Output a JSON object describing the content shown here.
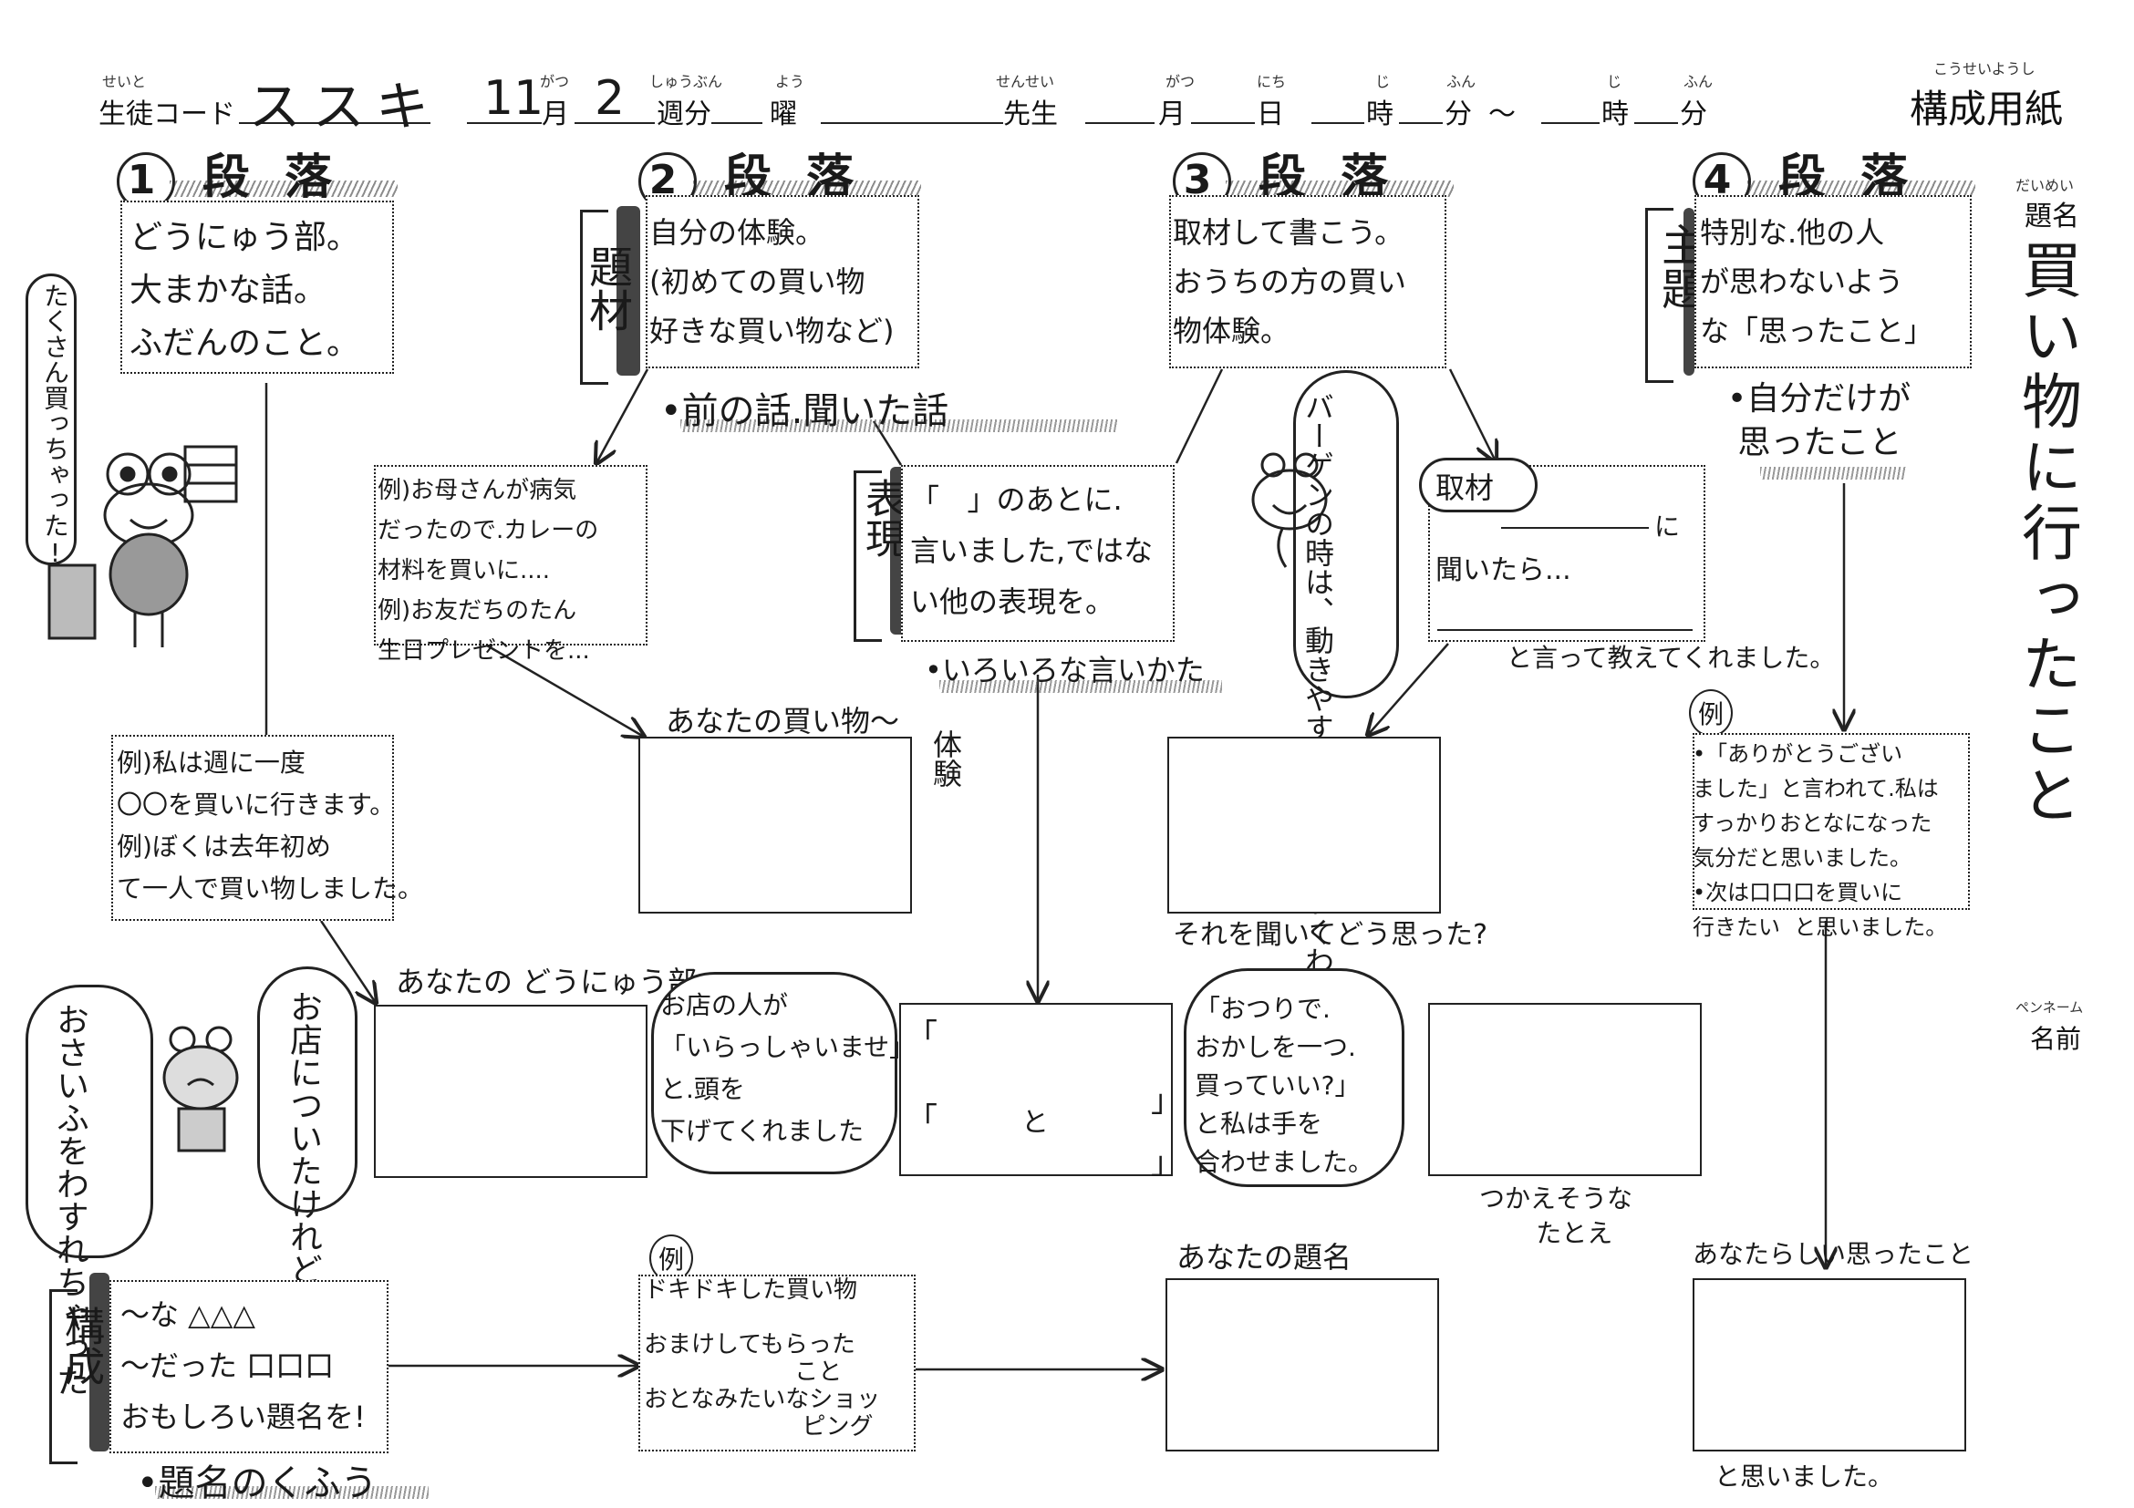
{
  "header": {
    "student_code_ruby": "せいと",
    "student_code_label": "生徒コード",
    "student_code_value": "ススキ",
    "month_value": "11",
    "month_ruby": "がつ",
    "month_label": "月",
    "week_value": "2",
    "week_ruby": "しゅうぶん",
    "week_label": "週分",
    "dow_ruby": "よう",
    "dow_label": "曜",
    "teacher_ruby": "せんせい",
    "teacher_label": "先生",
    "date_month_ruby": "がつ",
    "date_month_label": "月",
    "date_day_ruby": "にち",
    "date_day_label": "日",
    "time_hour_ruby": "じ",
    "time_hour_label": "時",
    "time_min_ruby": "ふん",
    "time_min_label": "分",
    "tilde": "〜",
    "end_hour_ruby": "じ",
    "end_hour_label": "時",
    "end_min_ruby": "ふん",
    "end_min_label": "分",
    "sheet_ruby": "こうせいようし",
    "sheet_title": "構成用紙"
  },
  "paragraphs": [
    {
      "num": "1",
      "label": "段 落"
    },
    {
      "num": "2",
      "label": "段 落"
    },
    {
      "num": "3",
      "label": "段 落"
    },
    {
      "num": "4",
      "label": "段 落"
    }
  ],
  "col1": {
    "box1": "どうにゅう部。\n大まかな話。\nふだんのこと。",
    "frog_bubble": "たくさん買っちゃった!",
    "example_box": "例)私は週に一度\n〇〇を買いに行きます。\n例)ぼくは去年初め\nて一人で買い物しました。",
    "intro_label": "あなたの どうにゅう部。",
    "bubble_forgot": "おさいふをわすれちゃった",
    "bubble_shop": "お店についたけれど"
  },
  "col2": {
    "side_tag": "題材",
    "box1": "自分の体験。\n(初めての買い物\n好きな買い物など)",
    "bullet": "•前の話.聞いた話",
    "example_box": "例)お母さんが病気\nだったので.カレーの\n材料を買いに....\n例)お友だちのたん\n生日プレゼントを...",
    "your_shopping": "あなたの買い物〜",
    "experience": "体験",
    "bubble_store": "お店の人が\n「いらっしゃいませ」\nと.頭を\n下げてくれました",
    "example_tag": "例",
    "title_examples": "ドキドキした買い物\n\nおまけしてもらった\n                    こと\nおとなみたいなショッ\n                     ピング",
    "bullet_bottom": "•題名のくふう"
  },
  "col2b": {
    "side_tag": "表現",
    "box1": "「   」のあとに.\n言いました,ではな\nい他の表現を。",
    "bullet": "•いろいろな言いかた",
    "quote_top": "「",
    "quote_and": "と",
    "quote_end1": "」",
    "quote_end2": "」",
    "quote_open2": "「"
  },
  "col3": {
    "box1": "取材して書こう。\nおうちの方の買い\n物体験。",
    "frog_bubble": "バーゲンの時は、動きやすい服そうでいくわ。",
    "interview_tag": "取材",
    "interview_ni": "に",
    "interview_asked": "聞いたら...",
    "interview_told": "と言って教えてくれました。",
    "how_thought": "それを聞いてどう思った?",
    "bubble_change": "「おつりで.\nおかしを一つ.\n買っていい?」\nと私は手を\n合わせました。",
    "simile": "つかえそうな\n       たとえ",
    "your_title": "あなたの題名"
  },
  "col4": {
    "side_tag": "主題",
    "box1": "特別な.他の人\nが思わないよう\nな「思ったこと」",
    "bullet": "•自分だけが\n 思ったこと",
    "example_tag": "例",
    "example_box": "•「ありがとうござい\nました」と言われて.私は\nすっかりおとなになった\n気分だと思いました。\n•次は口口口を買いに\n行きたい  と思いました。",
    "your_thought": "あなたらしい思ったこと",
    "thought_end": "と思いました。"
  },
  "structure": {
    "side_tag": "構成",
    "box": "〜な △△△\n〜だった 口口口\nおもしろい題名を!"
  },
  "right_panel": {
    "title_ruby": "だいめい",
    "title_label": "題名",
    "title_value": "買い物に行ったこと",
    "pen_ruby": "ペンネーム",
    "pen_label": "名前"
  }
}
